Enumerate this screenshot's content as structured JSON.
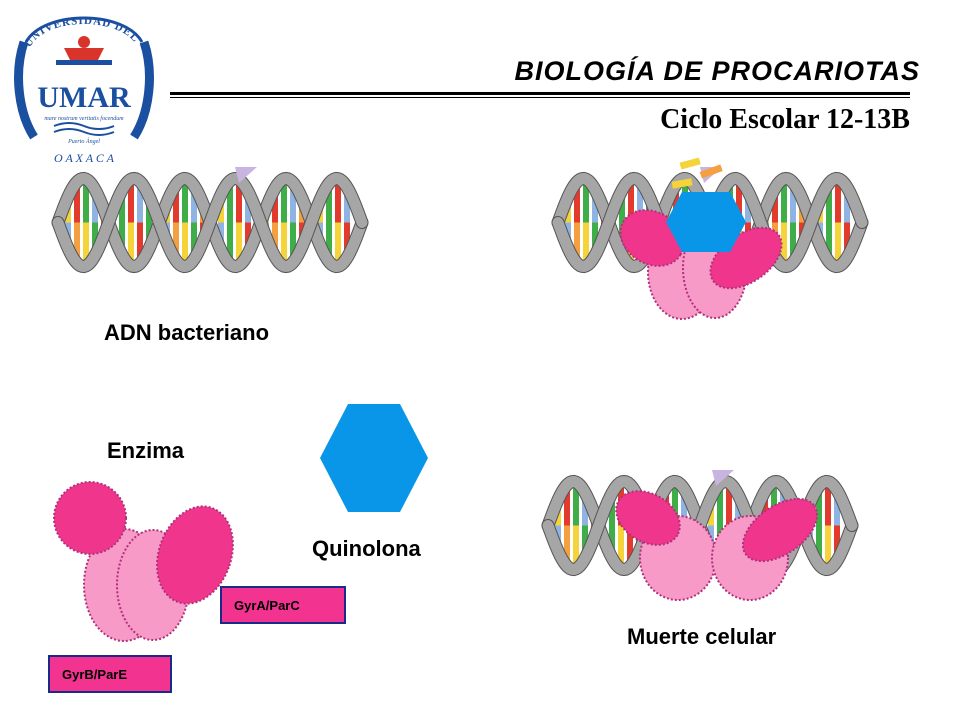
{
  "header": {
    "title": "BIOLOGÍA DE PROCARIOTAS",
    "subtitle": "Ciclo Escolar 12-13B"
  },
  "logo": {
    "ring_text_top": "UNIVERSIDAD DEL MAR",
    "monogram": "UMAR",
    "motto": "mare nostrum veritatis focendum",
    "place": "Puerto Ángel",
    "state": "O A X A C A"
  },
  "labels": {
    "dna": "ADN bacteriano",
    "enzyme": "Enzima",
    "quinolone": "Quinolona",
    "death": "Muerte celular",
    "gyra": "GyrA/ParC",
    "gyrb": "GyrB/ParE"
  },
  "colors": {
    "pink_light": "#f79ac8",
    "pink_dark": "#f0368c",
    "quinolone_blue": "#0a96e8",
    "dna_gray": "#a6a6a6",
    "logo_blue": "#1b4fa0"
  }
}
